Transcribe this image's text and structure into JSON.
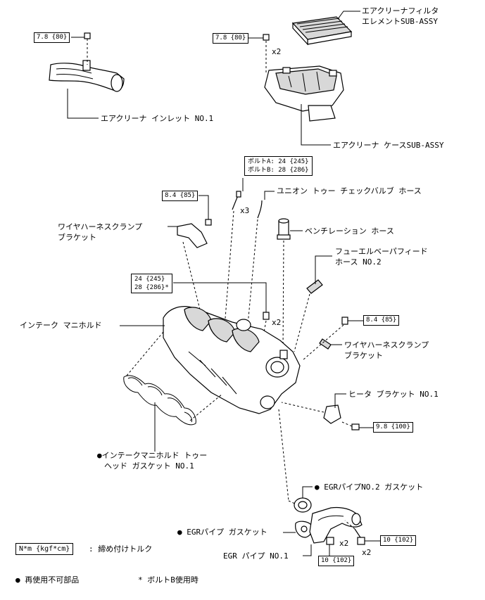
{
  "torque": {
    "t_inlet": "7.8 {80}",
    "t_case": "7.8 {80}",
    "t_clamp_upper": "8.4 {85}",
    "t_bolt_a": "ボルトA: 24 {245}",
    "t_bolt_b": "ボルトB: 28 {286}",
    "t_manifold_1": "24 {245}",
    "t_manifold_2": "28 {286}*",
    "t_clamp_right": "8.4 {85}",
    "t_heater": "9.8 {100}",
    "t_egr_nut": "10 {102}",
    "t_egr_bolt": "10 {102}"
  },
  "labels": {
    "filter_1": "エアクリーナフィルタ",
    "filter_2": "エレメントSUB-ASSY",
    "inlet": "エアクリーナ インレット NO.1",
    "case": "エアクリーナ ケースSUB-ASSY",
    "union_hose": "ユニオン トゥー チェックバルブ ホース",
    "clamp_upper_1": "ワイヤハーネスクランプ",
    "clamp_upper_2": "ブラケット",
    "vent_hose": "ベンチレーション ホース",
    "fuel_hose_1": "フューエルベーパフィード",
    "fuel_hose_2": "ホース NO.2",
    "manifold": "インテーク マニホルド",
    "clamp_right_1": "ワイヤハーネスクランプ",
    "clamp_right_2": "ブラケット",
    "heater": "ヒータ ブラケット NO.1",
    "gasket_head_1": "●インテークマニホルド トゥー",
    "gasket_head_2": "ヘッド ガスケット NO.1",
    "egr2_gasket": "● EGRパイプNO.2 ガスケット",
    "egr_gasket": "● EGRパイプ ガスケット",
    "egr_pipe": "EGR パイプ NO.1"
  },
  "qty": {
    "q_case": "x2",
    "q_bolts": "x3",
    "q_manifold": "x2",
    "q_egr_nut": "x2",
    "q_egr_bolt": "x2"
  },
  "legend": {
    "unit_box": "N*m {kgf*cm}",
    "unit_text": ": 締め付けトルク",
    "nonreuse": "● 再使用不可部品",
    "bolt_b_note": "* ボルトB使用時"
  }
}
